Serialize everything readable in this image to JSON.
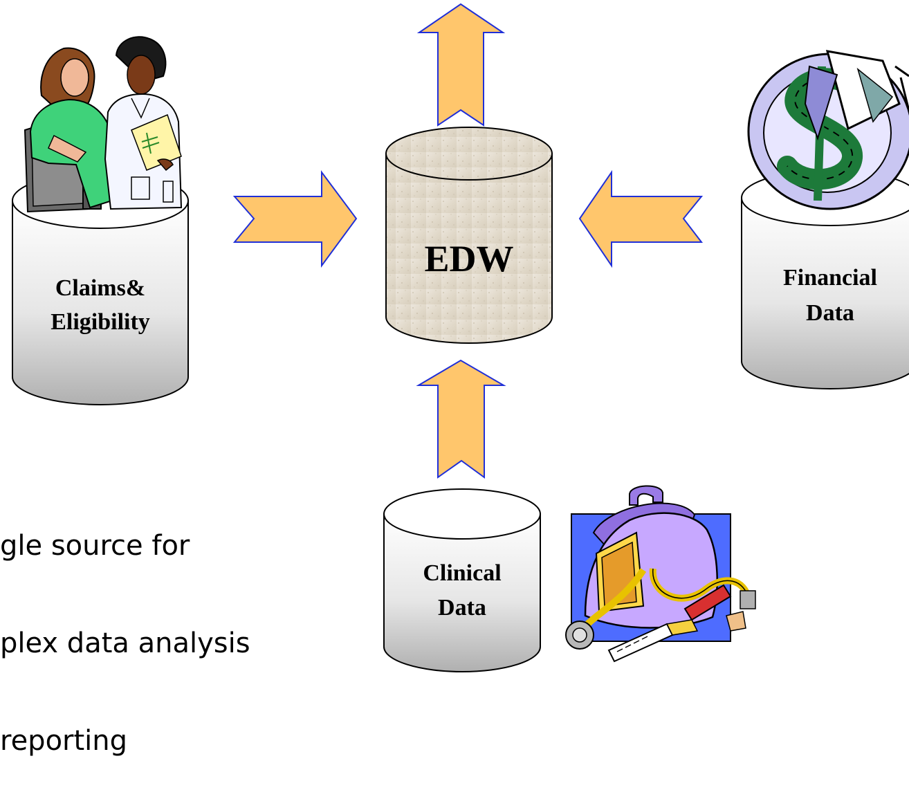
{
  "central_store": {
    "label": "EDW"
  },
  "sources": {
    "claims": {
      "line1": "Claims&",
      "line2": "Eligibility",
      "icon": "doctor-and-woman-at-computer-icon"
    },
    "financial": {
      "line1": "Financial",
      "line2": "Data",
      "icon": "dollar-sign-icon"
    },
    "clinical": {
      "line1": "Clinical",
      "line2": "Data",
      "icon": "medical-bag-stethoscope-icon"
    }
  },
  "caption": {
    "line1": "gle source for",
    "line2": "plex data analysis",
    "line3": "reporting"
  },
  "colors": {
    "arrow_fill": "#FFC66C",
    "arrow_stroke": "#1F2FD8",
    "edw_fill": "#E8E0D3",
    "cylinder_top": "#FFFFFF",
    "cylinder_bottom": "#B5B5B5"
  }
}
